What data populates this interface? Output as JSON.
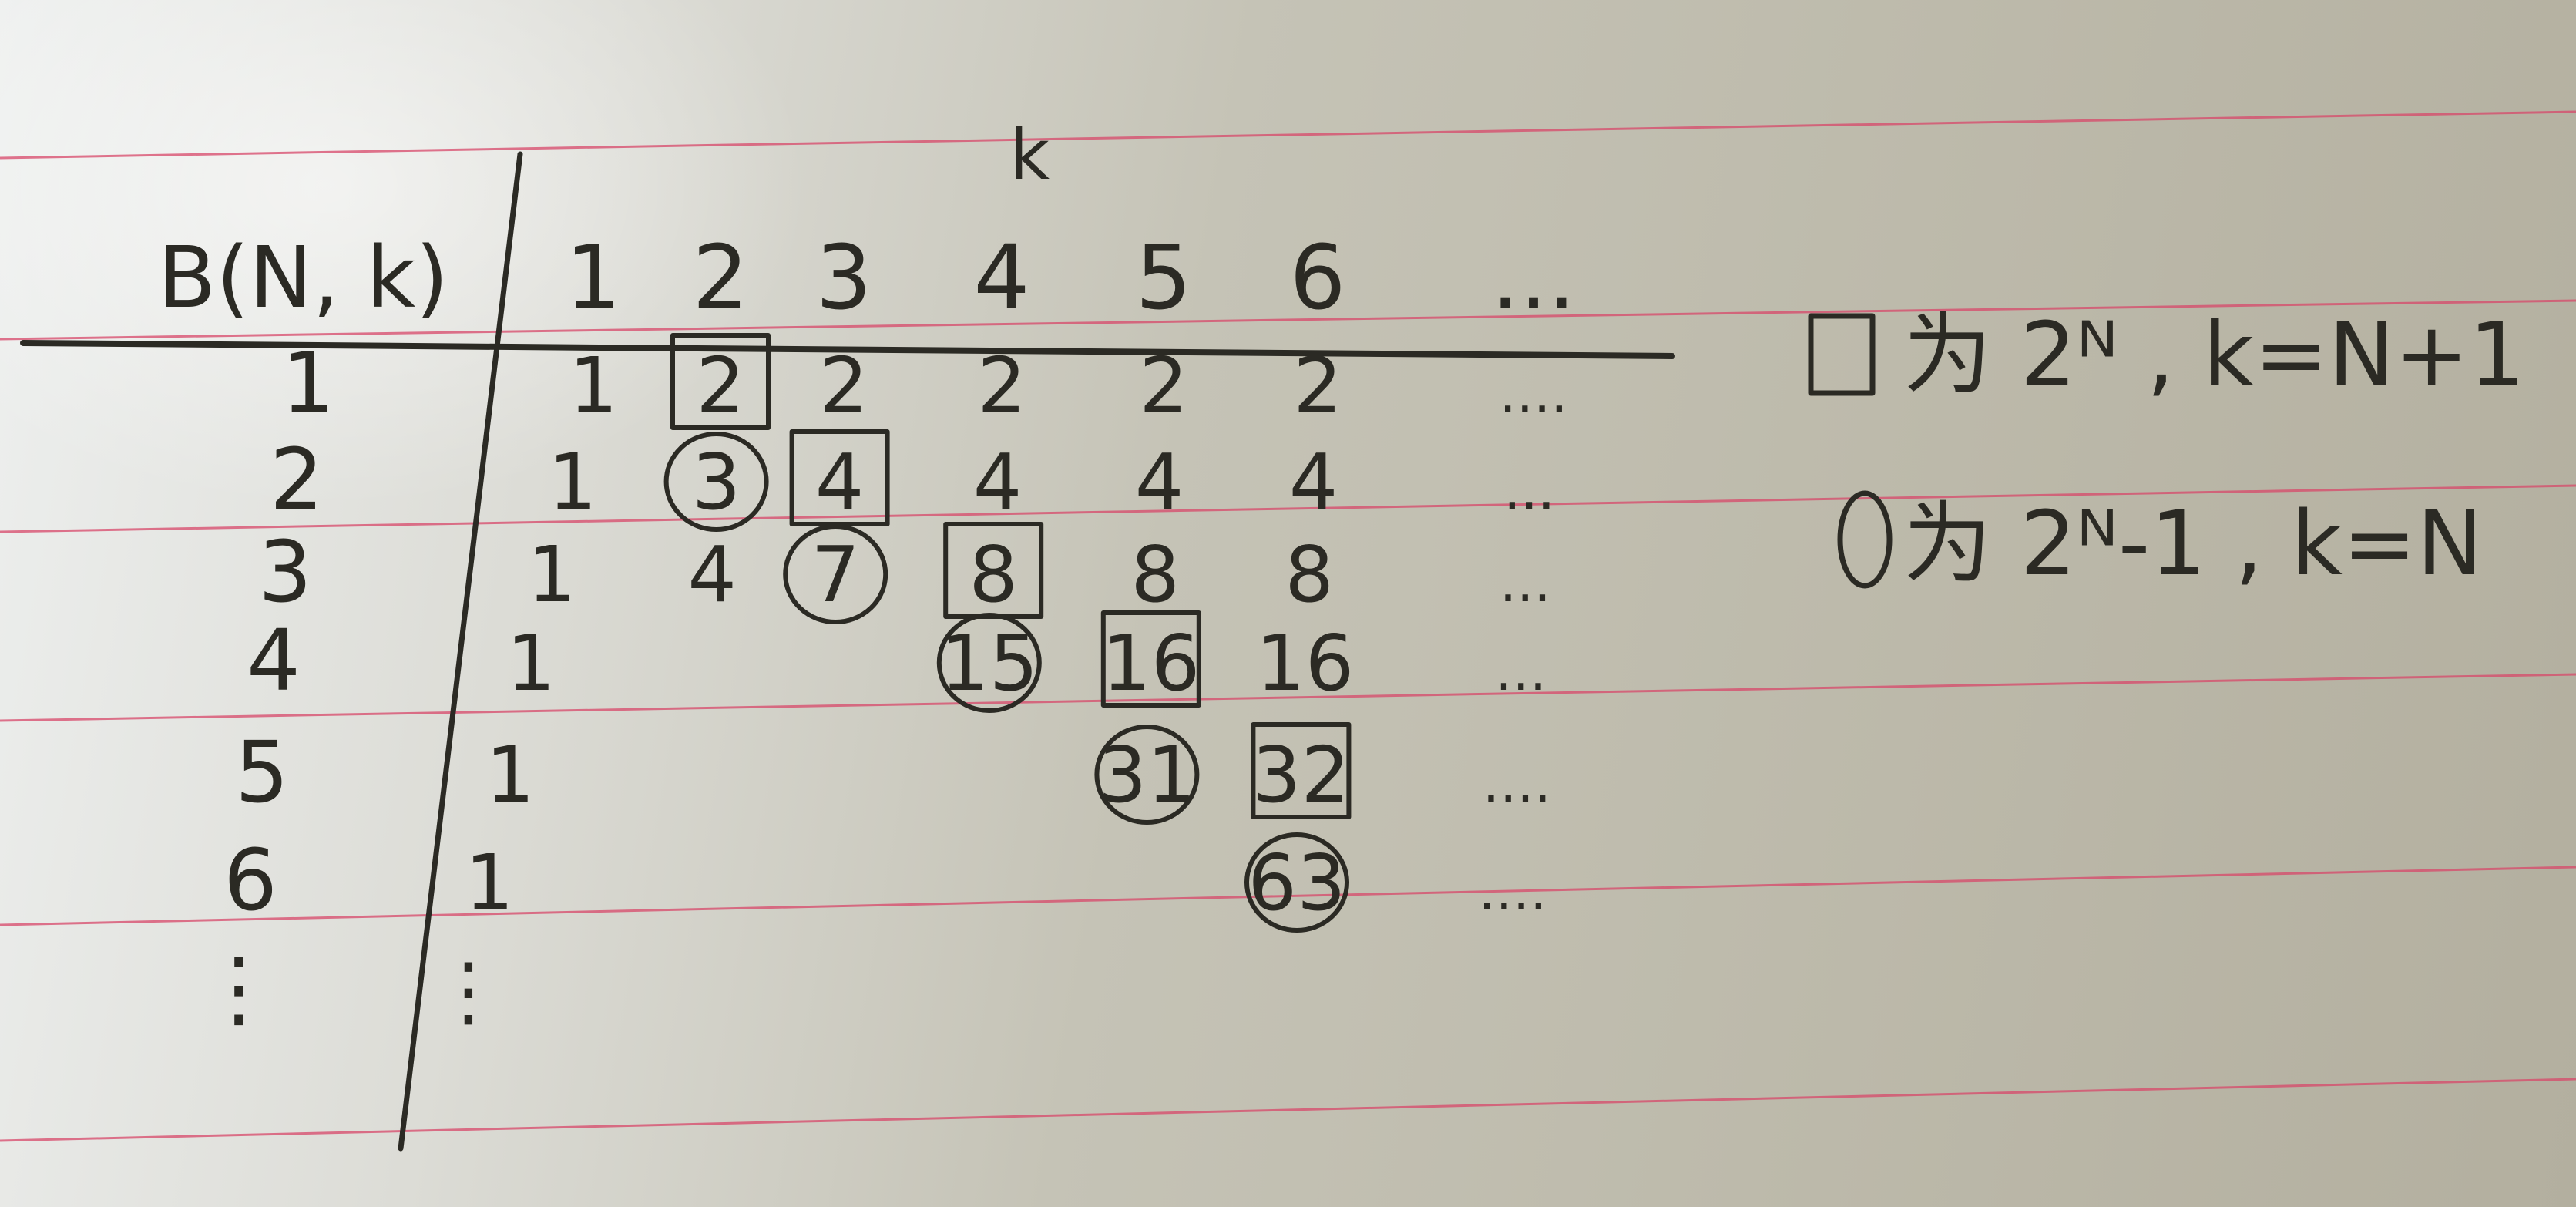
{
  "header": {
    "table_label": "B(N, k)",
    "axis_label": "k",
    "k_values": [
      "1",
      "2",
      "3",
      "4",
      "5",
      "6",
      "..."
    ]
  },
  "rows": [
    {
      "n": "1",
      "cells": [
        "1",
        "2",
        "2",
        "2",
        "2",
        "2",
        "...."
      ]
    },
    {
      "n": "2",
      "cells": [
        "1",
        "3",
        "4",
        "4",
        "4",
        "4",
        "..."
      ]
    },
    {
      "n": "3",
      "cells": [
        "1",
        "4",
        "7",
        "8",
        "8",
        "8",
        "..."
      ]
    },
    {
      "n": "4",
      "cells": [
        "1",
        "",
        "",
        "15",
        "16",
        "16",
        "..."
      ]
    },
    {
      "n": "5",
      "cells": [
        "1",
        "",
        "",
        "",
        "31",
        "32",
        "...."
      ]
    },
    {
      "n": "6",
      "cells": [
        "1",
        "",
        "",
        "",
        "",
        "63",
        "...."
      ]
    },
    {
      "n": "⋮",
      "cells": [
        "⋮",
        "",
        "",
        "",
        "",
        "",
        ""
      ]
    }
  ],
  "legend": {
    "square": {
      "symbol": "□",
      "text": "为 2ᴺ , k=N+1"
    },
    "circle": {
      "symbol": "○",
      "text": "为 2ᴺ-1 , k=N"
    }
  },
  "colors": {
    "ink": "#2b2a24",
    "ruling": "#d8486a",
    "paper": "#c5c3b6"
  }
}
